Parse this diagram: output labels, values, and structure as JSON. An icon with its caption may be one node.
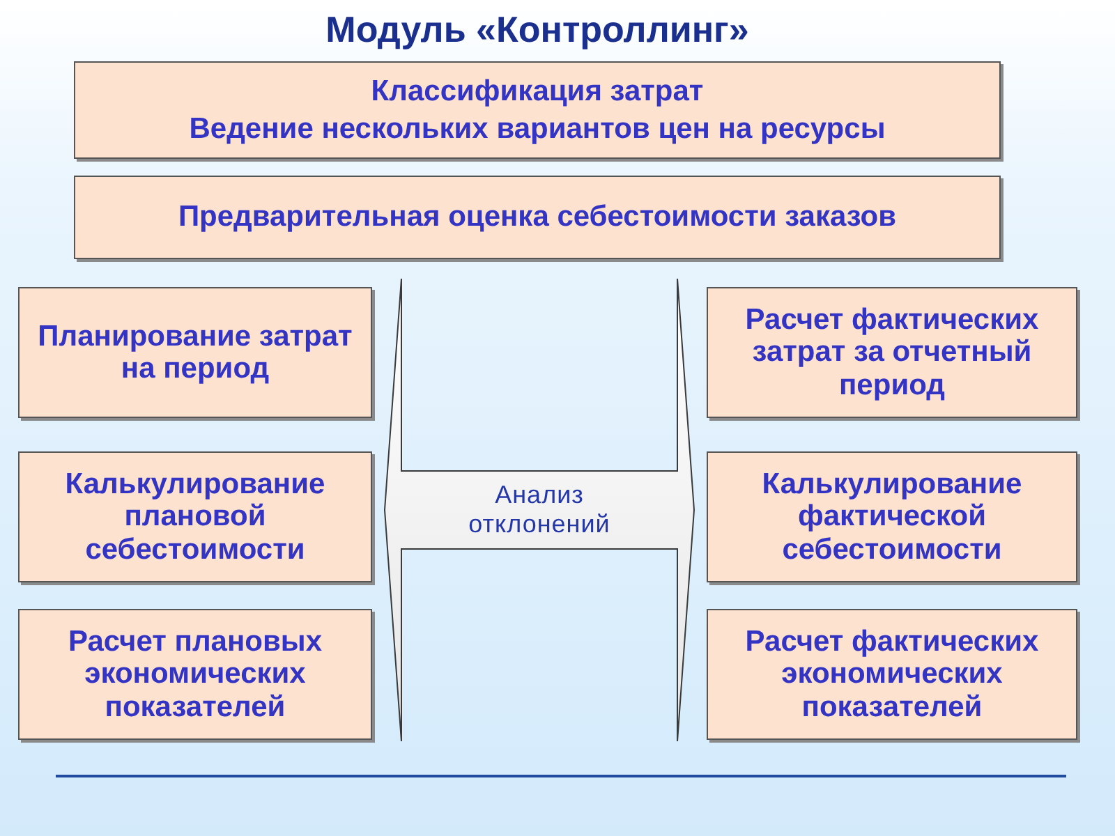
{
  "diagram": {
    "title": "Модуль «Контроллинг»",
    "nodes": [
      {
        "text": [
          "Классификация затрат",
          "Ведение нескольких вариантов цен на ресурсы"
        ]
      },
      {
        "text": [
          "Предварительная оценка себестоимости заказов"
        ]
      },
      {
        "text": [
          "Планирование затрат на период"
        ]
      },
      {
        "text": [
          "Калькулирование плановой себестоимости"
        ]
      },
      {
        "text": [
          "Расчет плановых экономических показателей"
        ]
      },
      {
        "text": [
          "Анализ отклонений"
        ]
      },
      {
        "text": [
          "Расчет фактических затрат за отчетный период"
        ]
      },
      {
        "text": [
          "Калькулирование фактической себестоимости"
        ]
      },
      {
        "text": [
          "Расчет фактических экономических показателей"
        ]
      }
    ]
  }
}
